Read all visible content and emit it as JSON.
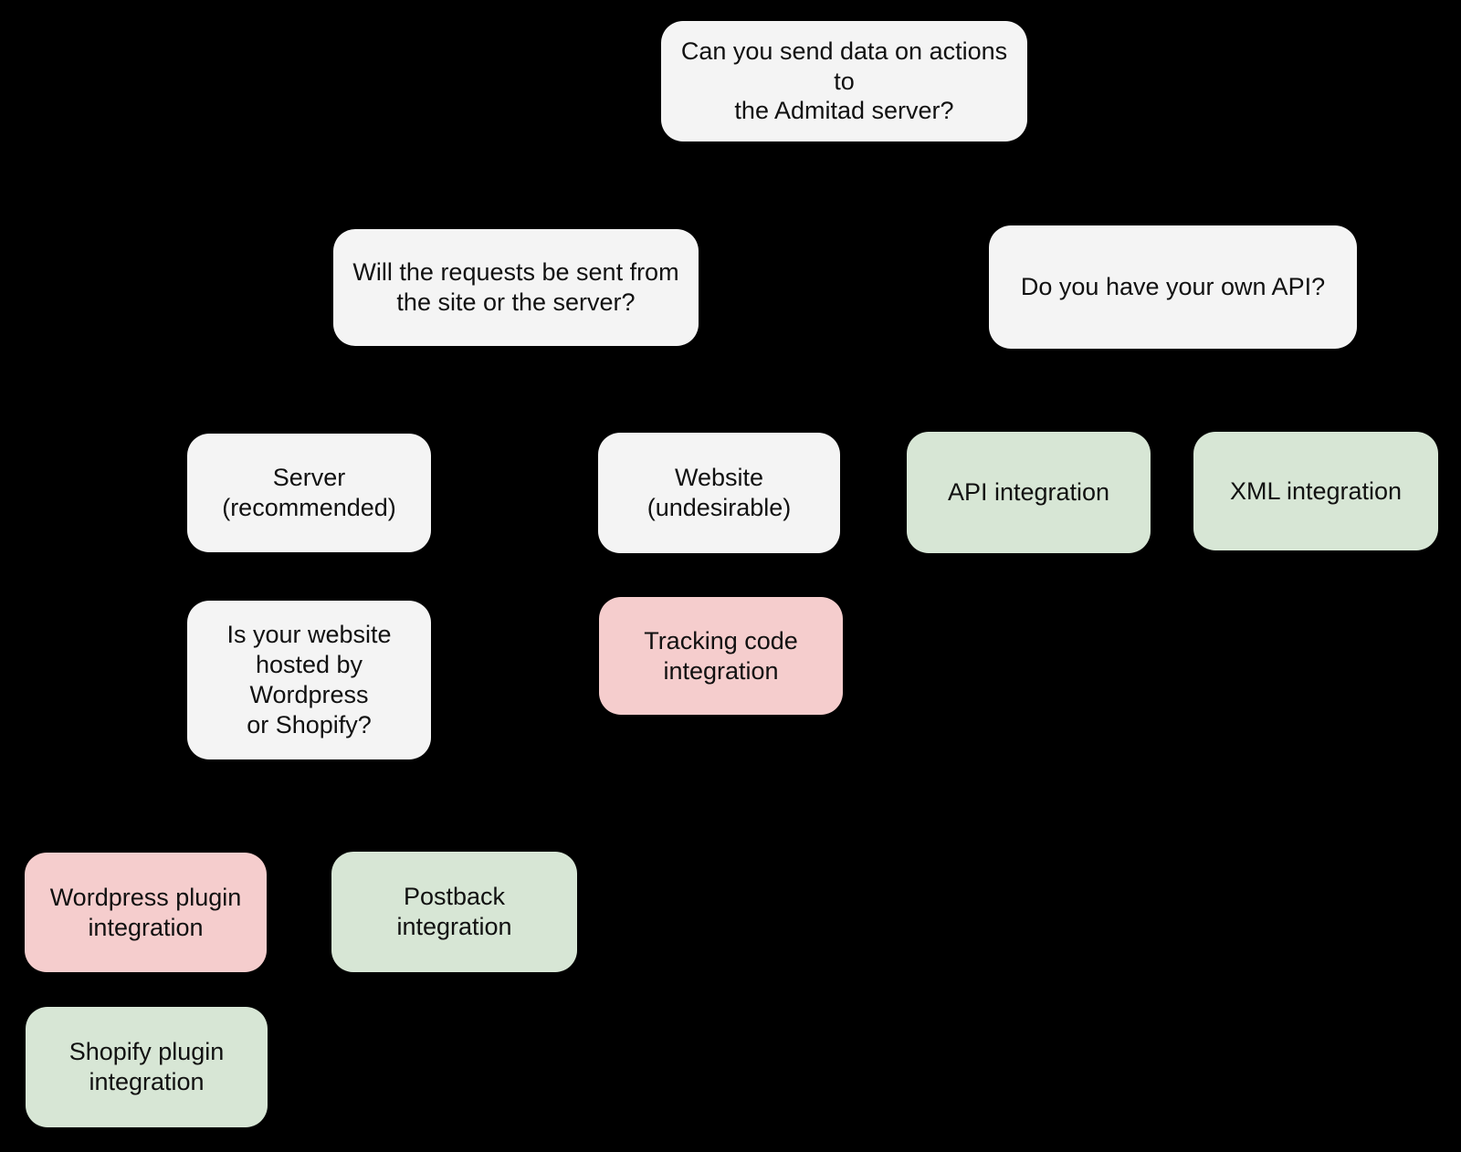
{
  "diagram": {
    "background_color": "#000000",
    "colors": {
      "question_fill": "#f4f4f4",
      "positive_fill": "#d7e6d5",
      "negative_fill": "#f5cdcd",
      "text": "#111111"
    },
    "nodes": [
      {
        "id": "send-data",
        "kind": "question",
        "label": "Can you send data on actions to\nthe Admitad server?"
      },
      {
        "id": "site-or-server",
        "kind": "question",
        "label": "Will the requests be sent from\nthe site or the server?"
      },
      {
        "id": "own-api",
        "kind": "question",
        "label": "Do you have your own API?"
      },
      {
        "id": "server",
        "kind": "question",
        "label": "Server\n(recommended)"
      },
      {
        "id": "website",
        "kind": "question",
        "label": "Website\n(undesirable)"
      },
      {
        "id": "api-integration",
        "kind": "outcome-positive",
        "label": "API integration"
      },
      {
        "id": "xml-integration",
        "kind": "outcome-positive",
        "label": "XML integration"
      },
      {
        "id": "wp-or-shopify",
        "kind": "question",
        "label": "Is your website\nhosted by Wordpress\nor Shopify?"
      },
      {
        "id": "tracking-code",
        "kind": "outcome-negative",
        "label": "Tracking code\nintegration"
      },
      {
        "id": "wordpress-plugin",
        "kind": "outcome-negative",
        "label": "Wordpress plugin\nintegration"
      },
      {
        "id": "postback",
        "kind": "outcome-positive",
        "label": "Postback integration"
      },
      {
        "id": "shopify-plugin",
        "kind": "outcome-positive",
        "label": "Shopify plugin\nintegration"
      }
    ]
  }
}
